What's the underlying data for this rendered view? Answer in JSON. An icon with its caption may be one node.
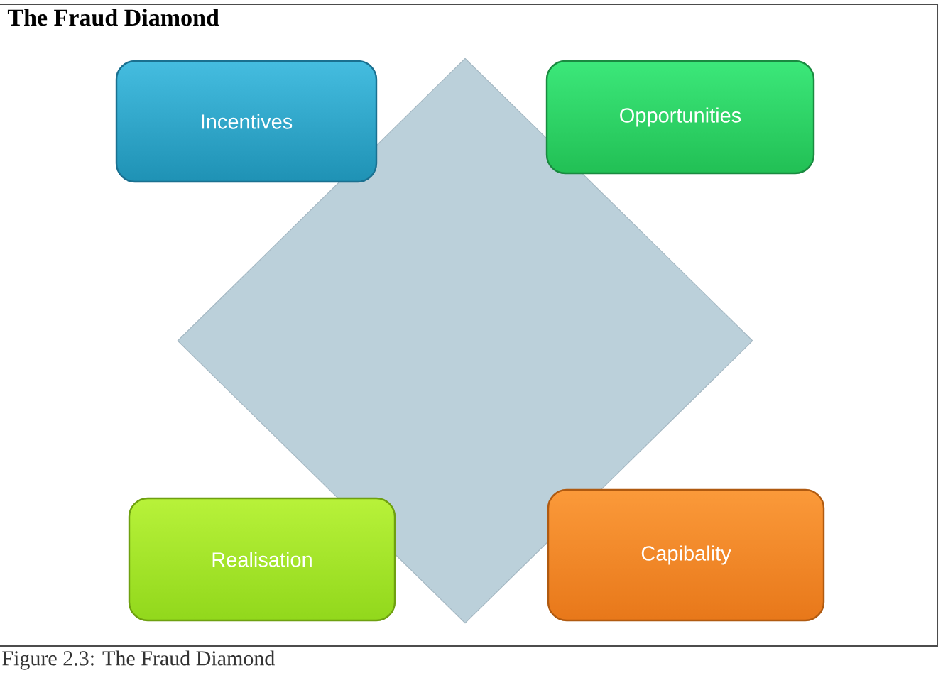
{
  "diagram": {
    "title": "The Fraud Diamond",
    "caption": "Figure 2.3: The Fraud Diamond",
    "nodes": [
      {
        "text": [],
        "shape": "diamond"
      },
      {
        "text": [
          "Incentives"
        ]
      },
      {
        "text": [
          "Opportunities"
        ]
      },
      {
        "text": [
          "Realisation"
        ]
      },
      {
        "text": [
          "Capibality"
        ]
      }
    ]
  }
}
